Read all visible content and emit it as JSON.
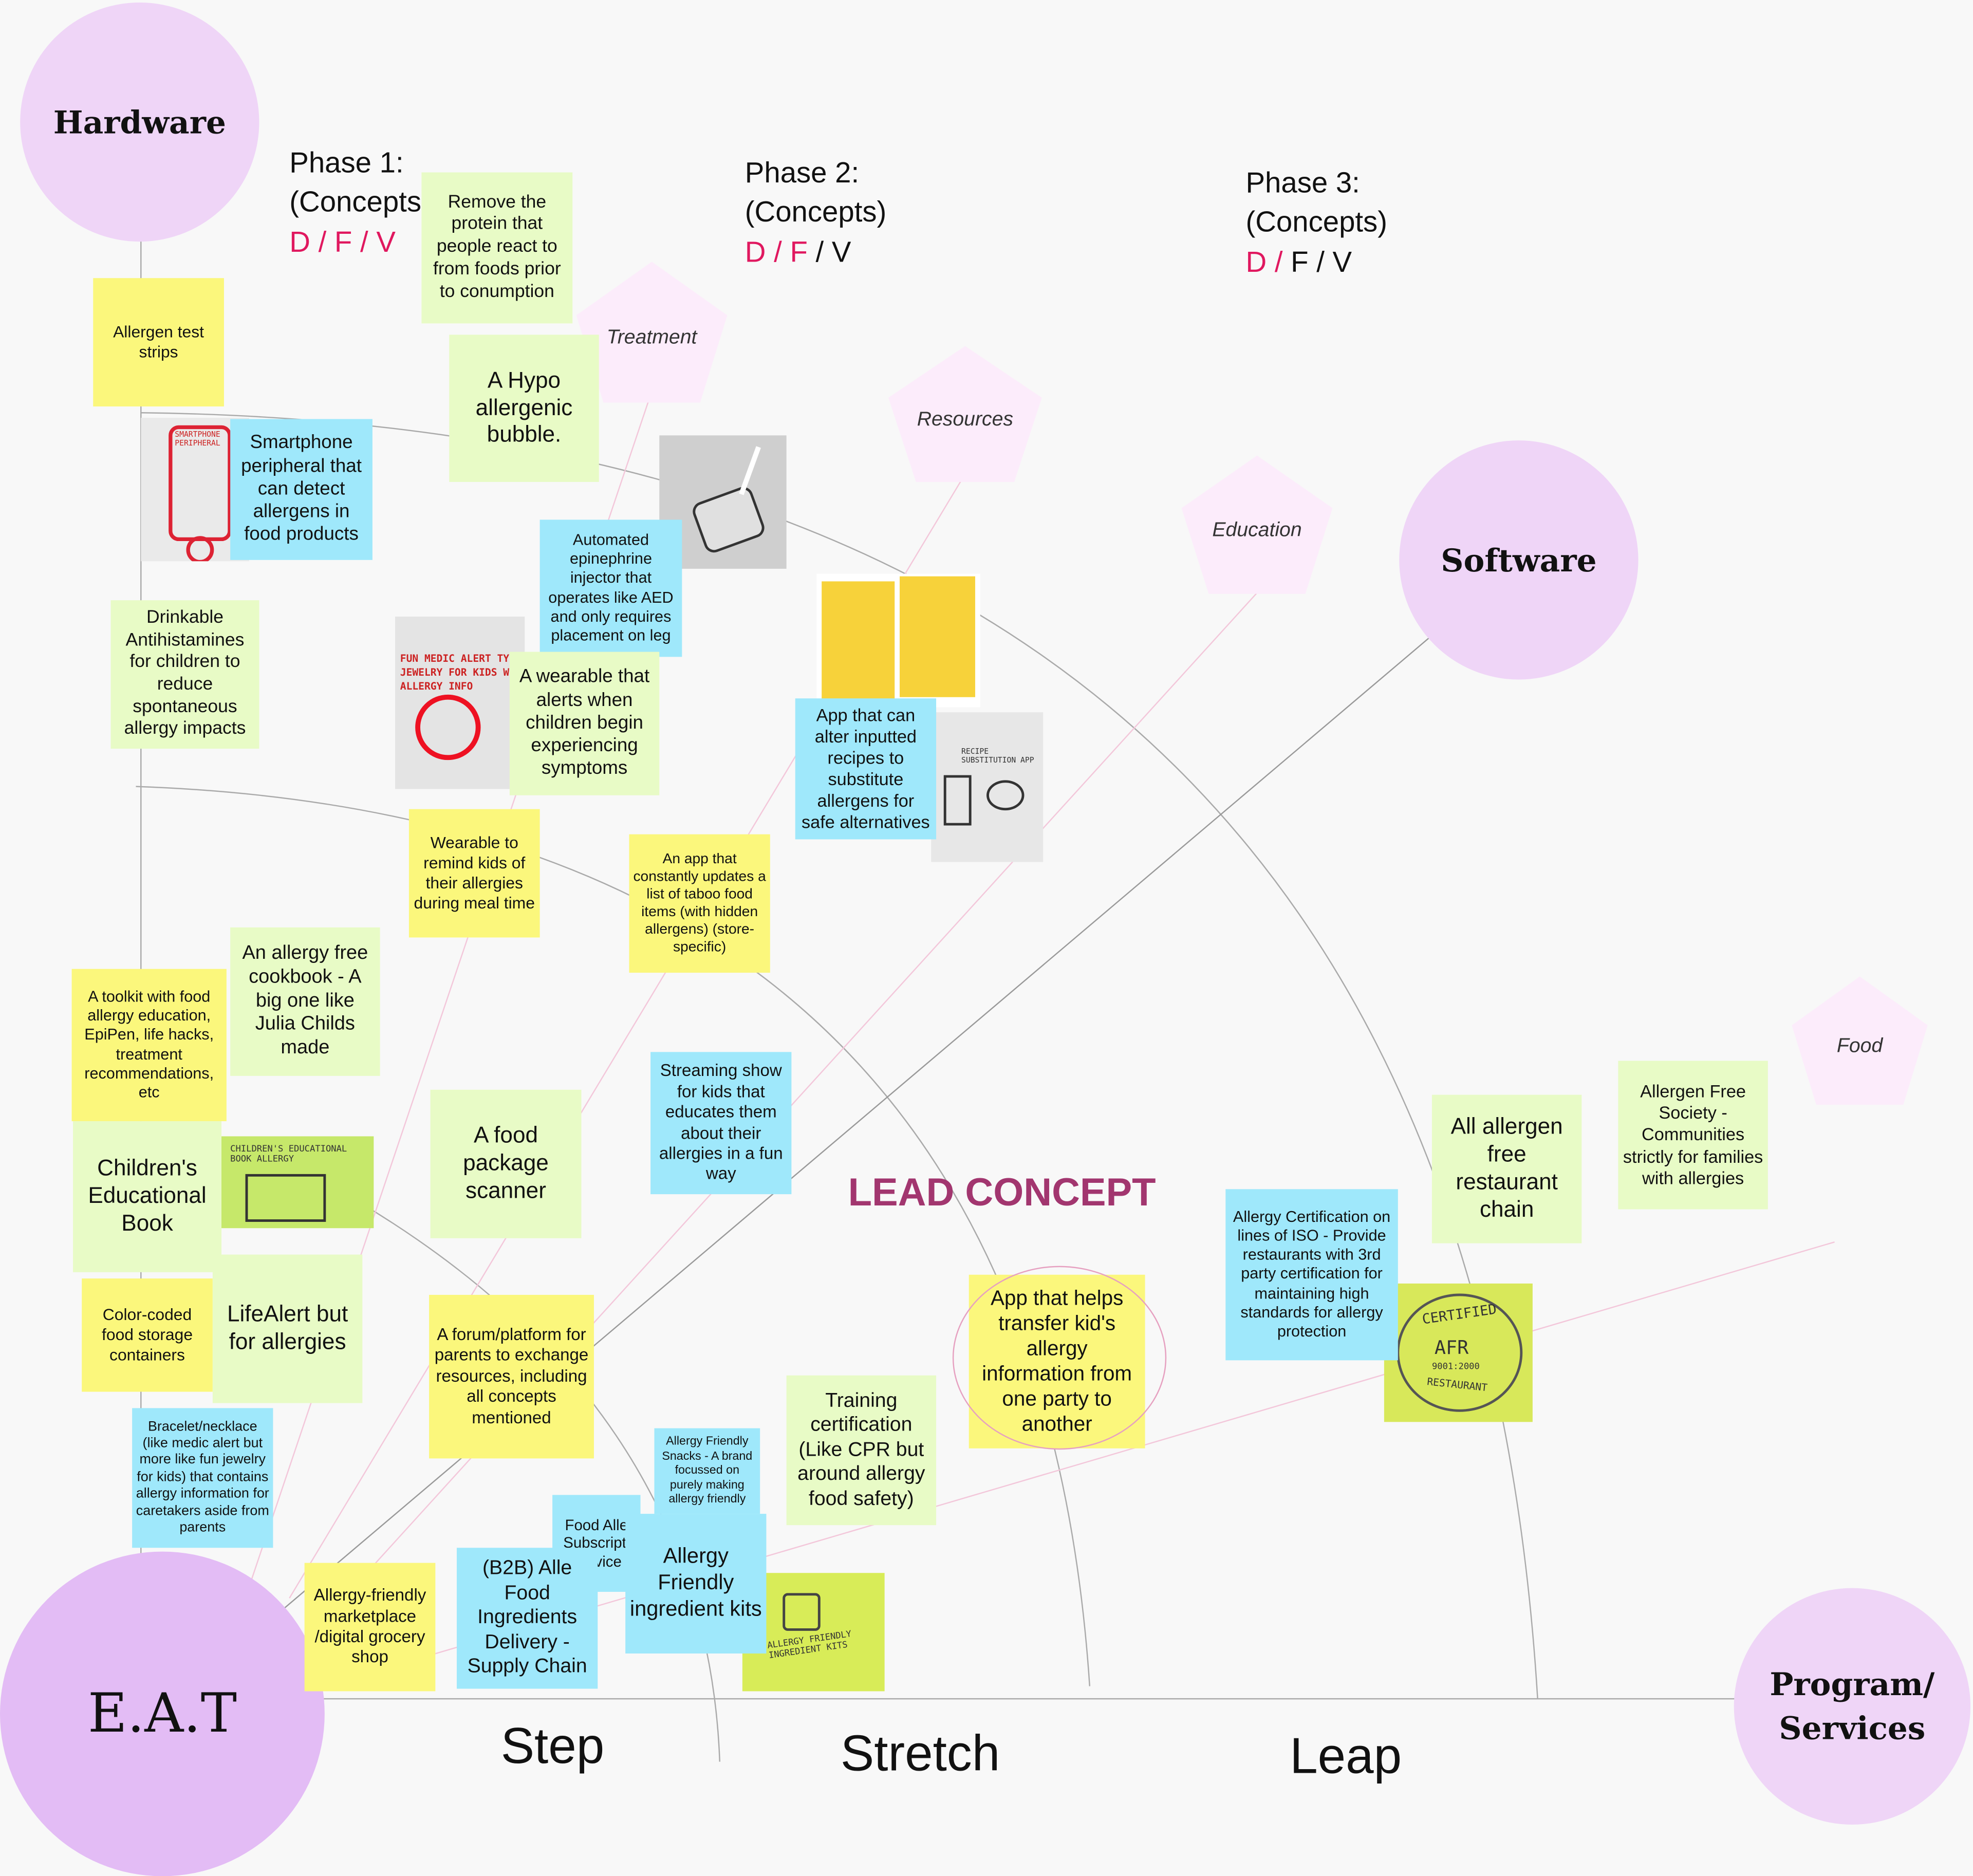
{
  "hubs": {
    "hardware": "Hardware",
    "software": "Software",
    "program_services_line1": "Program/",
    "program_services_line2": "Services",
    "eat": "E.A.T"
  },
  "phases": [
    {
      "title_line1": "Phase 1:",
      "title_line2": "(Concepts)",
      "d": "D",
      "f": "F",
      "v": "V",
      "sep1": " / ",
      "sep2": " / "
    },
    {
      "title_line1": "Phase 2:",
      "title_line2": "(Concepts)",
      "d": "D",
      "f": "F",
      "v": "V",
      "sep1": " / ",
      "sep2": " / "
    },
    {
      "title_line1": "Phase 3:",
      "title_line2": "(Concepts)",
      "d": "D",
      "f": "F",
      "v": "V",
      "sep1": " / ",
      "sep2": " / "
    }
  ],
  "categories": {
    "treatment": "Treatment",
    "resources": "Resources",
    "education": "Education",
    "food": "Food"
  },
  "scale": {
    "step": "Step",
    "stretch": "Stretch",
    "leap": "Leap"
  },
  "lead_concept": "LEAD CONCEPT",
  "notes": {
    "remove_protein": "Remove the protein that people react to from foods prior to conumption",
    "test_strips": "Allergen test strips",
    "hypo_bubble": "A Hypo allergenic bubble.",
    "smartphone_peripheral": "Smartphone peripheral that can detect allergens in food products",
    "epinephrine": "Automated epinephrine injector that operates like AED and only requires placement on leg",
    "drinkable_antihistamines": "Drinkable Antihistamines for children to reduce spontaneous allergy impacts",
    "wearable_alerts": "A wearable that alerts when children begin experiencing symptoms",
    "recipe_app": "App that can alter inputted recipes to substitute allergens for safe alternatives",
    "wearable_remind": "Wearable to remind kids of their allergies during meal time",
    "taboo_app": "An app that constantly updates a list of taboo food items (with hidden allergens) (store-specific)",
    "cookbook": "An allergy free cookbook - A big one like Julia Childs made",
    "toolkit": "A toolkit with food allergy education, EpiPen, life hacks, treatment recommendations, etc",
    "streaming_show": "Streaming show for kids that educates them about their allergies in a fun way",
    "childrens_book": "Children's Educational Book",
    "package_scanner": "A food package scanner",
    "allergen_free_society": "Allergen Free Society - Communities strictly for families with allergies",
    "restaurant_chain": "All allergen free restaurant chain",
    "certification_iso": "Allergy Certification on lines of ISO - Provide restaurants with 3rd party certification for maintaining high standards for allergy protection",
    "color_coded": "Color-coded food storage containers",
    "lifealert": "LifeAlert but for allergies",
    "forum": "A forum/platform for parents to exchange resources, including all concepts mentioned",
    "transfer_app": "App that helps transfer kid's allergy information from one party to another",
    "training_cert": "Training certification (Like CPR but around allergy food safety)",
    "bracelet": "Bracelet/necklace (like medic alert but more like fun jewelry for kids) that contains allergy information for caretakers aside from parents",
    "snacks_brand": "Allergy Friendly Snacks - A brand focussed on purely making allergy friendly",
    "subscription": "Food Alle Subscripti Service",
    "ingredient_kits": "Allergy Friendly ingredient kits",
    "b2b_supply": "(B2B) Alle Food Ingredients Delivery - Supply Chain",
    "marketplace": "Allergy-friendly marketplace /digital grocery shop"
  },
  "sketches": {
    "smartphone_peripheral": "SMARTPHONE PERIPHERAL",
    "medic_alert": "FUN MEDIC ALERT TYPE JEWELRY FOR KIDS W/ ALLERGY INFO",
    "recipe_substitution": "RECIPE SUBSTITUTION APP",
    "childrens_book": "CHILDREN'S EDUCATIONAL BOOK ALLERGY",
    "certified": "CERTIFIED",
    "afr": "AFR",
    "iso": "9001:2000",
    "restaurant": "RESTAURANT",
    "ingredient_kits": "ALLERGY FRIENDLY INGREDIENT KITS"
  },
  "colors": {
    "yellow_note": "#fbf77c",
    "green_note": "#e8fbc6",
    "blue_note": "#9fe8fb",
    "hub": "#efd5f7",
    "hub_main": "#e3bcf5",
    "category": "#fcecfb",
    "accent": "#e0185f",
    "lead": "#a2366f"
  }
}
